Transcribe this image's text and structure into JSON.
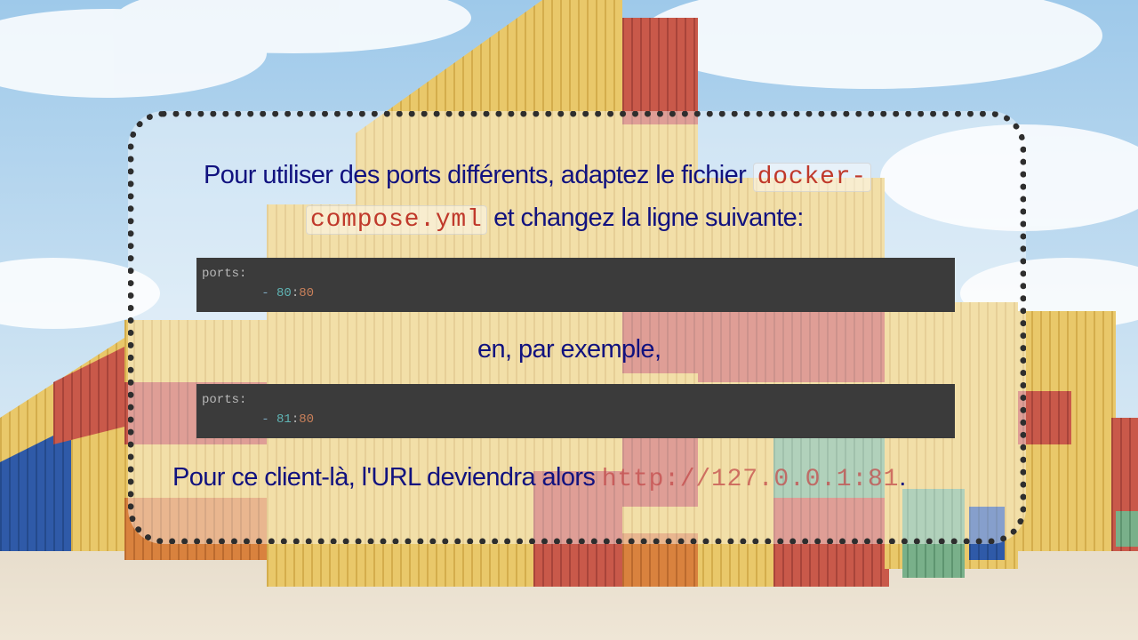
{
  "intro": {
    "before_code": "Pour utiliser des ports différents, adaptez le fichier ",
    "file_part1": "docker-",
    "file_part2": "compose.yml",
    "after_code": " et changez la ligne suivante:"
  },
  "code_block_1": {
    "key": "ports:",
    "dash": "- ",
    "host_port": "80",
    "colon": ":",
    "container_port": "80"
  },
  "middle_text": "en, par exemple,",
  "code_block_2": {
    "key": "ports:",
    "dash": "- ",
    "host_port": "81",
    "colon": ":",
    "container_port": "80"
  },
  "outro": {
    "before_url": "Pour ce client-là, l'URL deviendra alors ",
    "url": "http://127.0.0.1:81",
    "after_url": "."
  },
  "colors": {
    "text": "#11127f",
    "inline_code": "#c0392b",
    "code_bg": "#3b3b3b"
  }
}
